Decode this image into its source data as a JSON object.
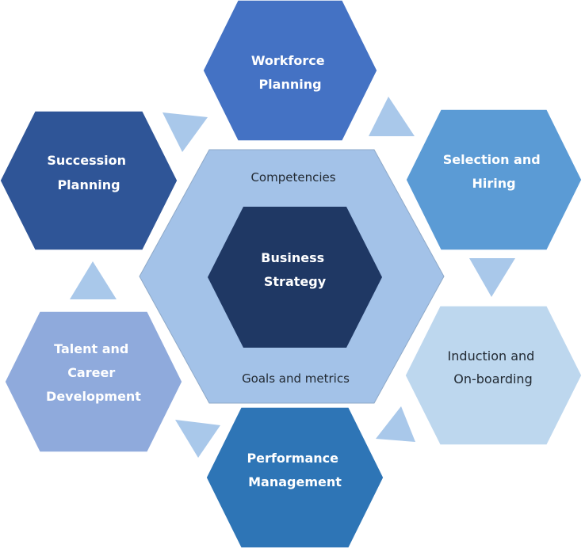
{
  "center": {
    "ring": {
      "top_label": "Competencies",
      "bottom_label": "Goals and metrics",
      "color": "#a3c2e8"
    },
    "core": {
      "lines": [
        "Business",
        "Strategy"
      ],
      "color": "#1f3864"
    }
  },
  "cycle": [
    {
      "id": "workforce-planning",
      "lines": [
        "Workforce",
        "Planning"
      ],
      "color": "#4472c4",
      "text": "light"
    },
    {
      "id": "selection-and-hiring",
      "lines": [
        "Selection and",
        "Hiring"
      ],
      "color": "#5b9bd5",
      "text": "light"
    },
    {
      "id": "induction-and-onboarding",
      "lines": [
        "Induction and",
        "On-boarding"
      ],
      "color": "#bdd7ee",
      "text": "dark"
    },
    {
      "id": "performance-management",
      "lines": [
        "Performance",
        "Management"
      ],
      "color": "#2e75b6",
      "text": "light"
    },
    {
      "id": "talent-and-career-development",
      "lines": [
        "Talent and",
        "Career",
        "Development"
      ],
      "color": "#8faadc",
      "text": "light"
    },
    {
      "id": "succession-planning",
      "lines": [
        "Succession",
        "Planning"
      ],
      "color": "#2f5597",
      "text": "light"
    }
  ],
  "arrow_color": "#a9c8ea"
}
